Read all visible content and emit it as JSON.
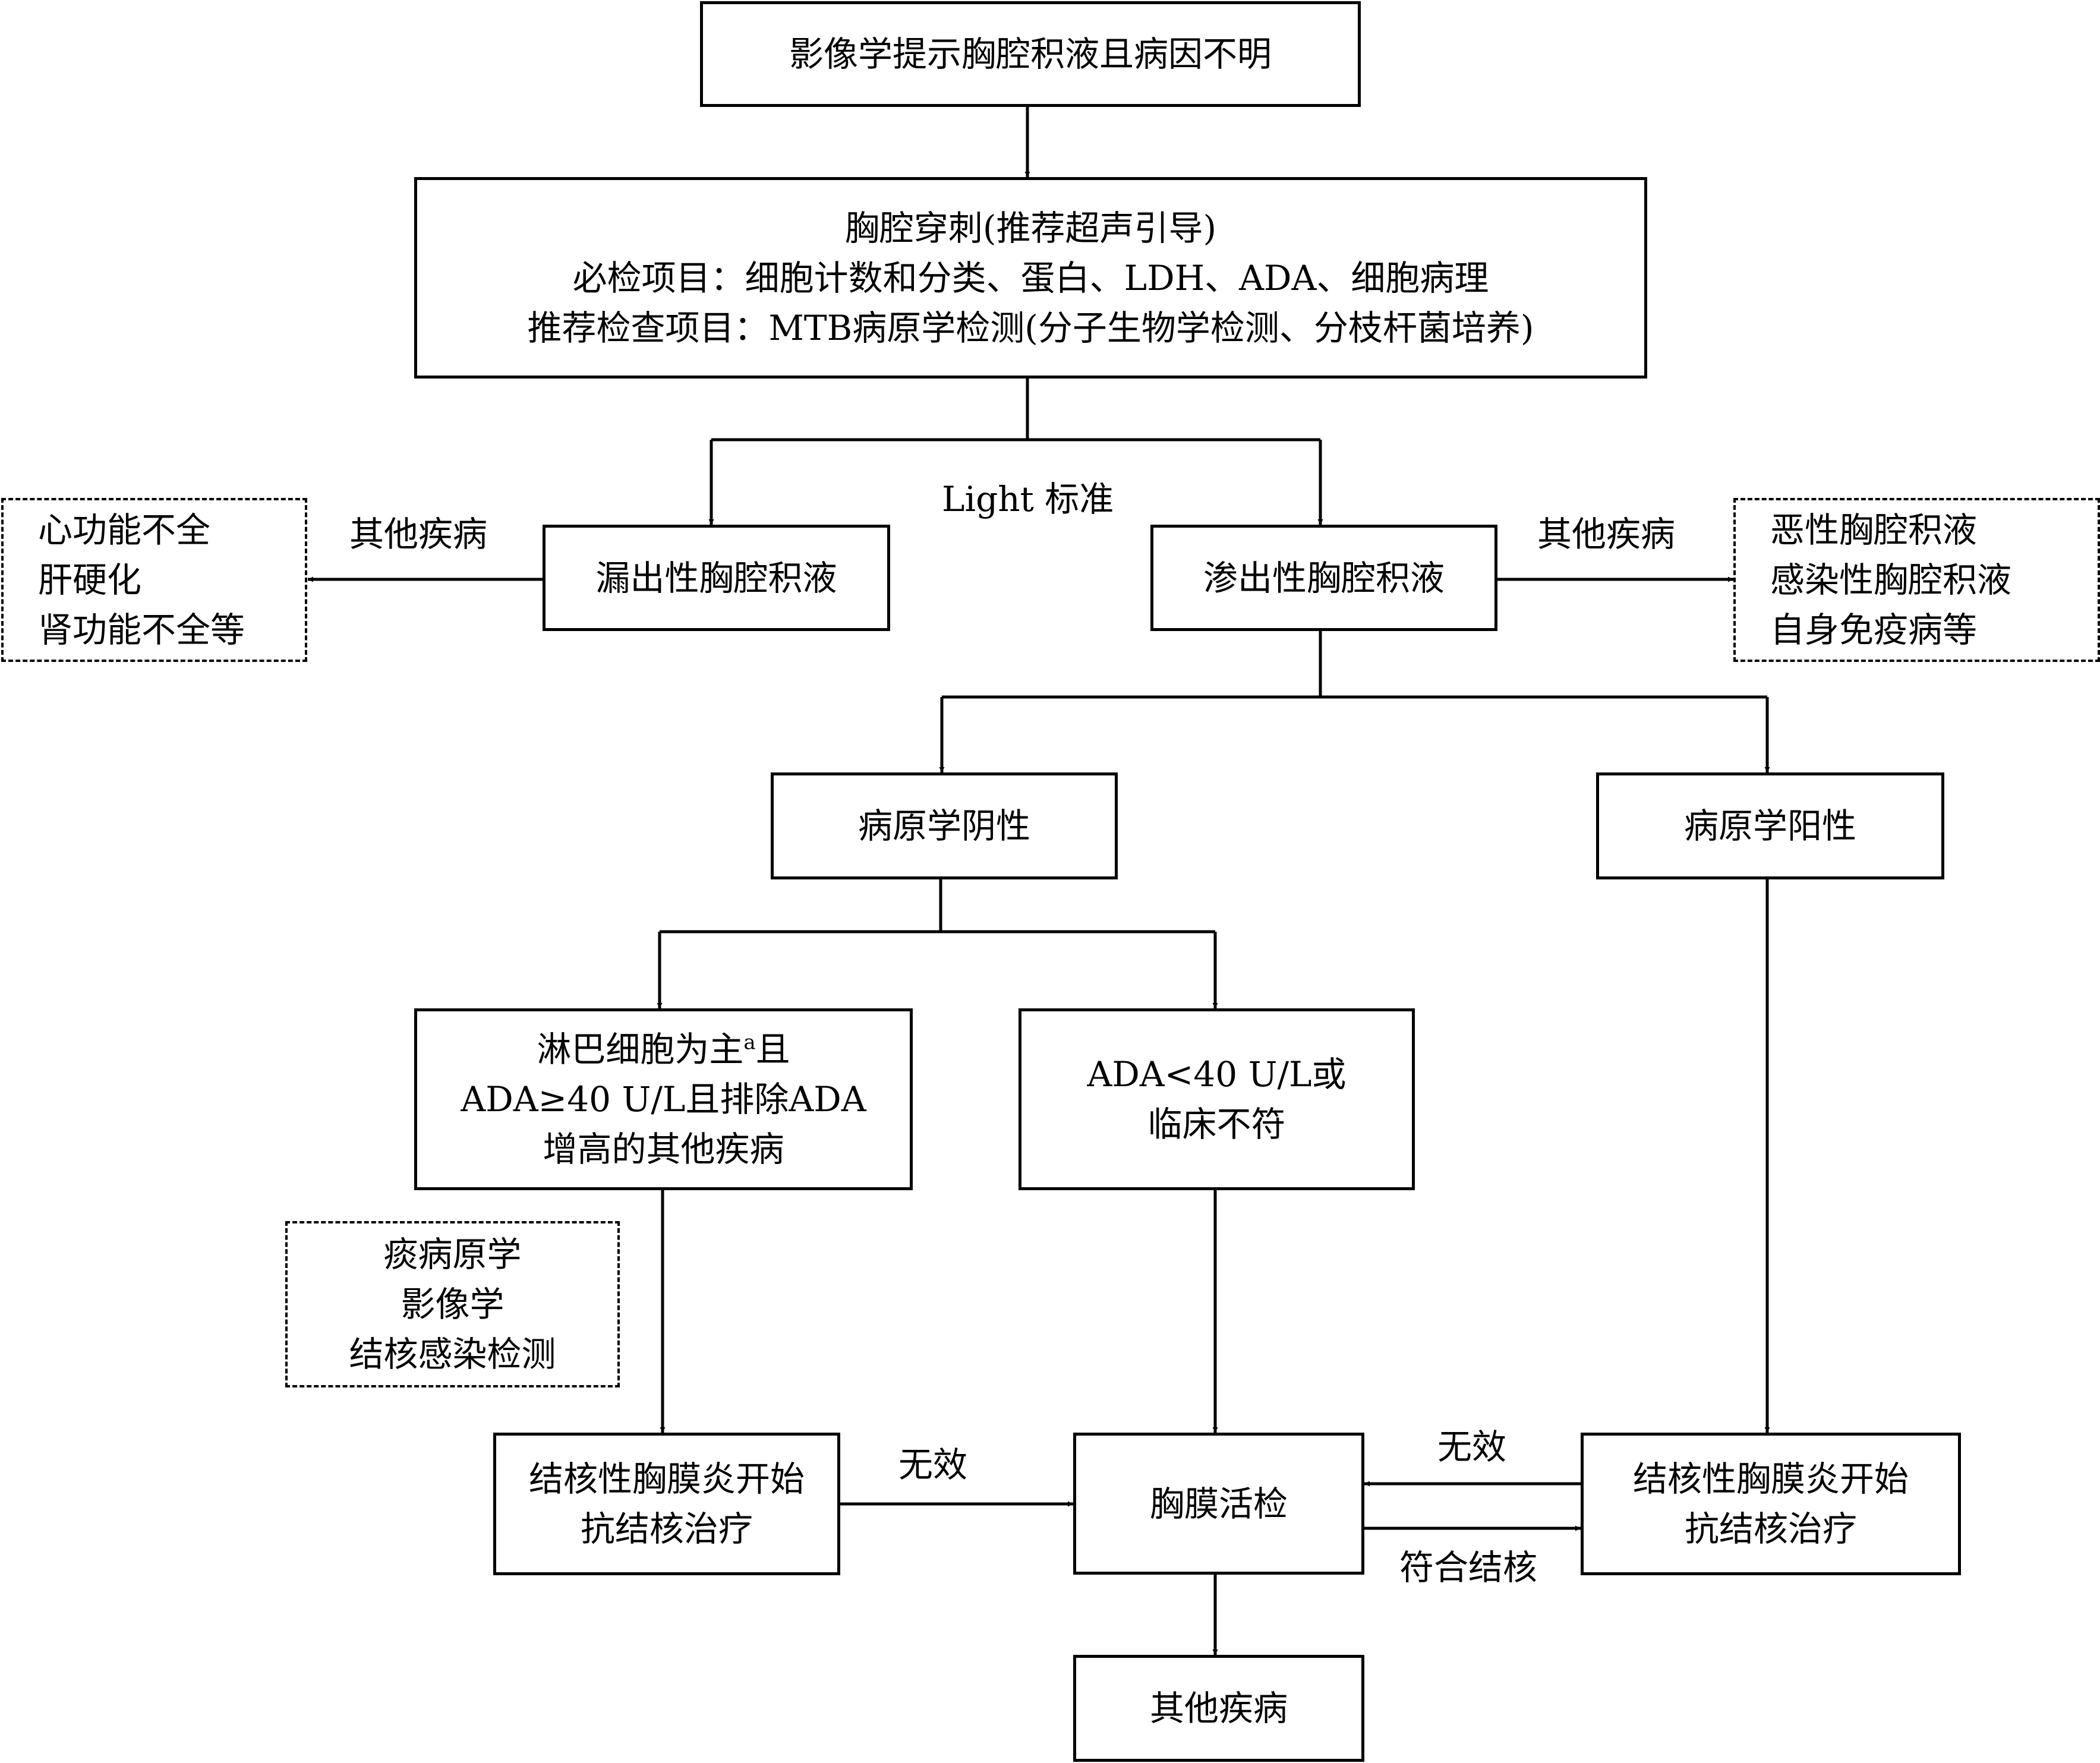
{
  "nodes": {
    "start": {
      "lines": [
        "影像学提示胸腔积液且病因不明"
      ]
    },
    "puncture": {
      "lines": [
        "胸腔穿刺(推荐超声引导)",
        "必检项目：细胞计数和分类、蛋白、LDH、ADA、细胞病理",
        "推荐检查项目：MTB病原学检测(分子生物学检测、分枝杆菌培养)"
      ]
    },
    "transudate": {
      "lines": [
        "漏出性胸腔积液"
      ]
    },
    "exudate": {
      "lines": [
        "渗出性胸腔积液"
      ]
    },
    "transudate_other": {
      "lines": [
        "心功能不全",
        "肝硬化",
        "肾功能不全等"
      ]
    },
    "exudate_other": {
      "lines": [
        "恶性胸腔积液",
        "感染性胸腔积液",
        "自身免疫病等"
      ]
    },
    "pathogen_negative": {
      "lines": [
        "病原学阴性"
      ]
    },
    "pathogen_positive": {
      "lines": [
        "病原学阳性"
      ]
    },
    "lymphocyte": {
      "line1_main": "淋巴细胞为主",
      "line1_sup": "a",
      "line1_tail": "且",
      "line2": "ADA≥40 U/L且排除ADA",
      "line3": "增高的其他疾病"
    },
    "ada_low": {
      "lines": [
        "ADA<40 U/L或",
        "临床不符"
      ]
    },
    "supporting_tests": {
      "lines": [
        "痰病原学",
        "影像学",
        "结核感染检测"
      ]
    },
    "tb_treatment_left": {
      "lines": [
        "结核性胸膜炎开始",
        "抗结核治疗"
      ]
    },
    "pleural_biopsy": {
      "lines": [
        "胸膜活检"
      ]
    },
    "tb_treatment_right": {
      "lines": [
        "结核性胸膜炎开始",
        "抗结核治疗"
      ]
    },
    "other_disease_final": {
      "lines": [
        "其他疾病"
      ]
    }
  },
  "edge_labels": {
    "light_criteria": "Light 标准",
    "other_disease_left": "其他疾病",
    "other_disease_right": "其他疾病",
    "ineffective_left": "无效",
    "ineffective_right": "无效",
    "consistent_tb": "符合结核"
  }
}
